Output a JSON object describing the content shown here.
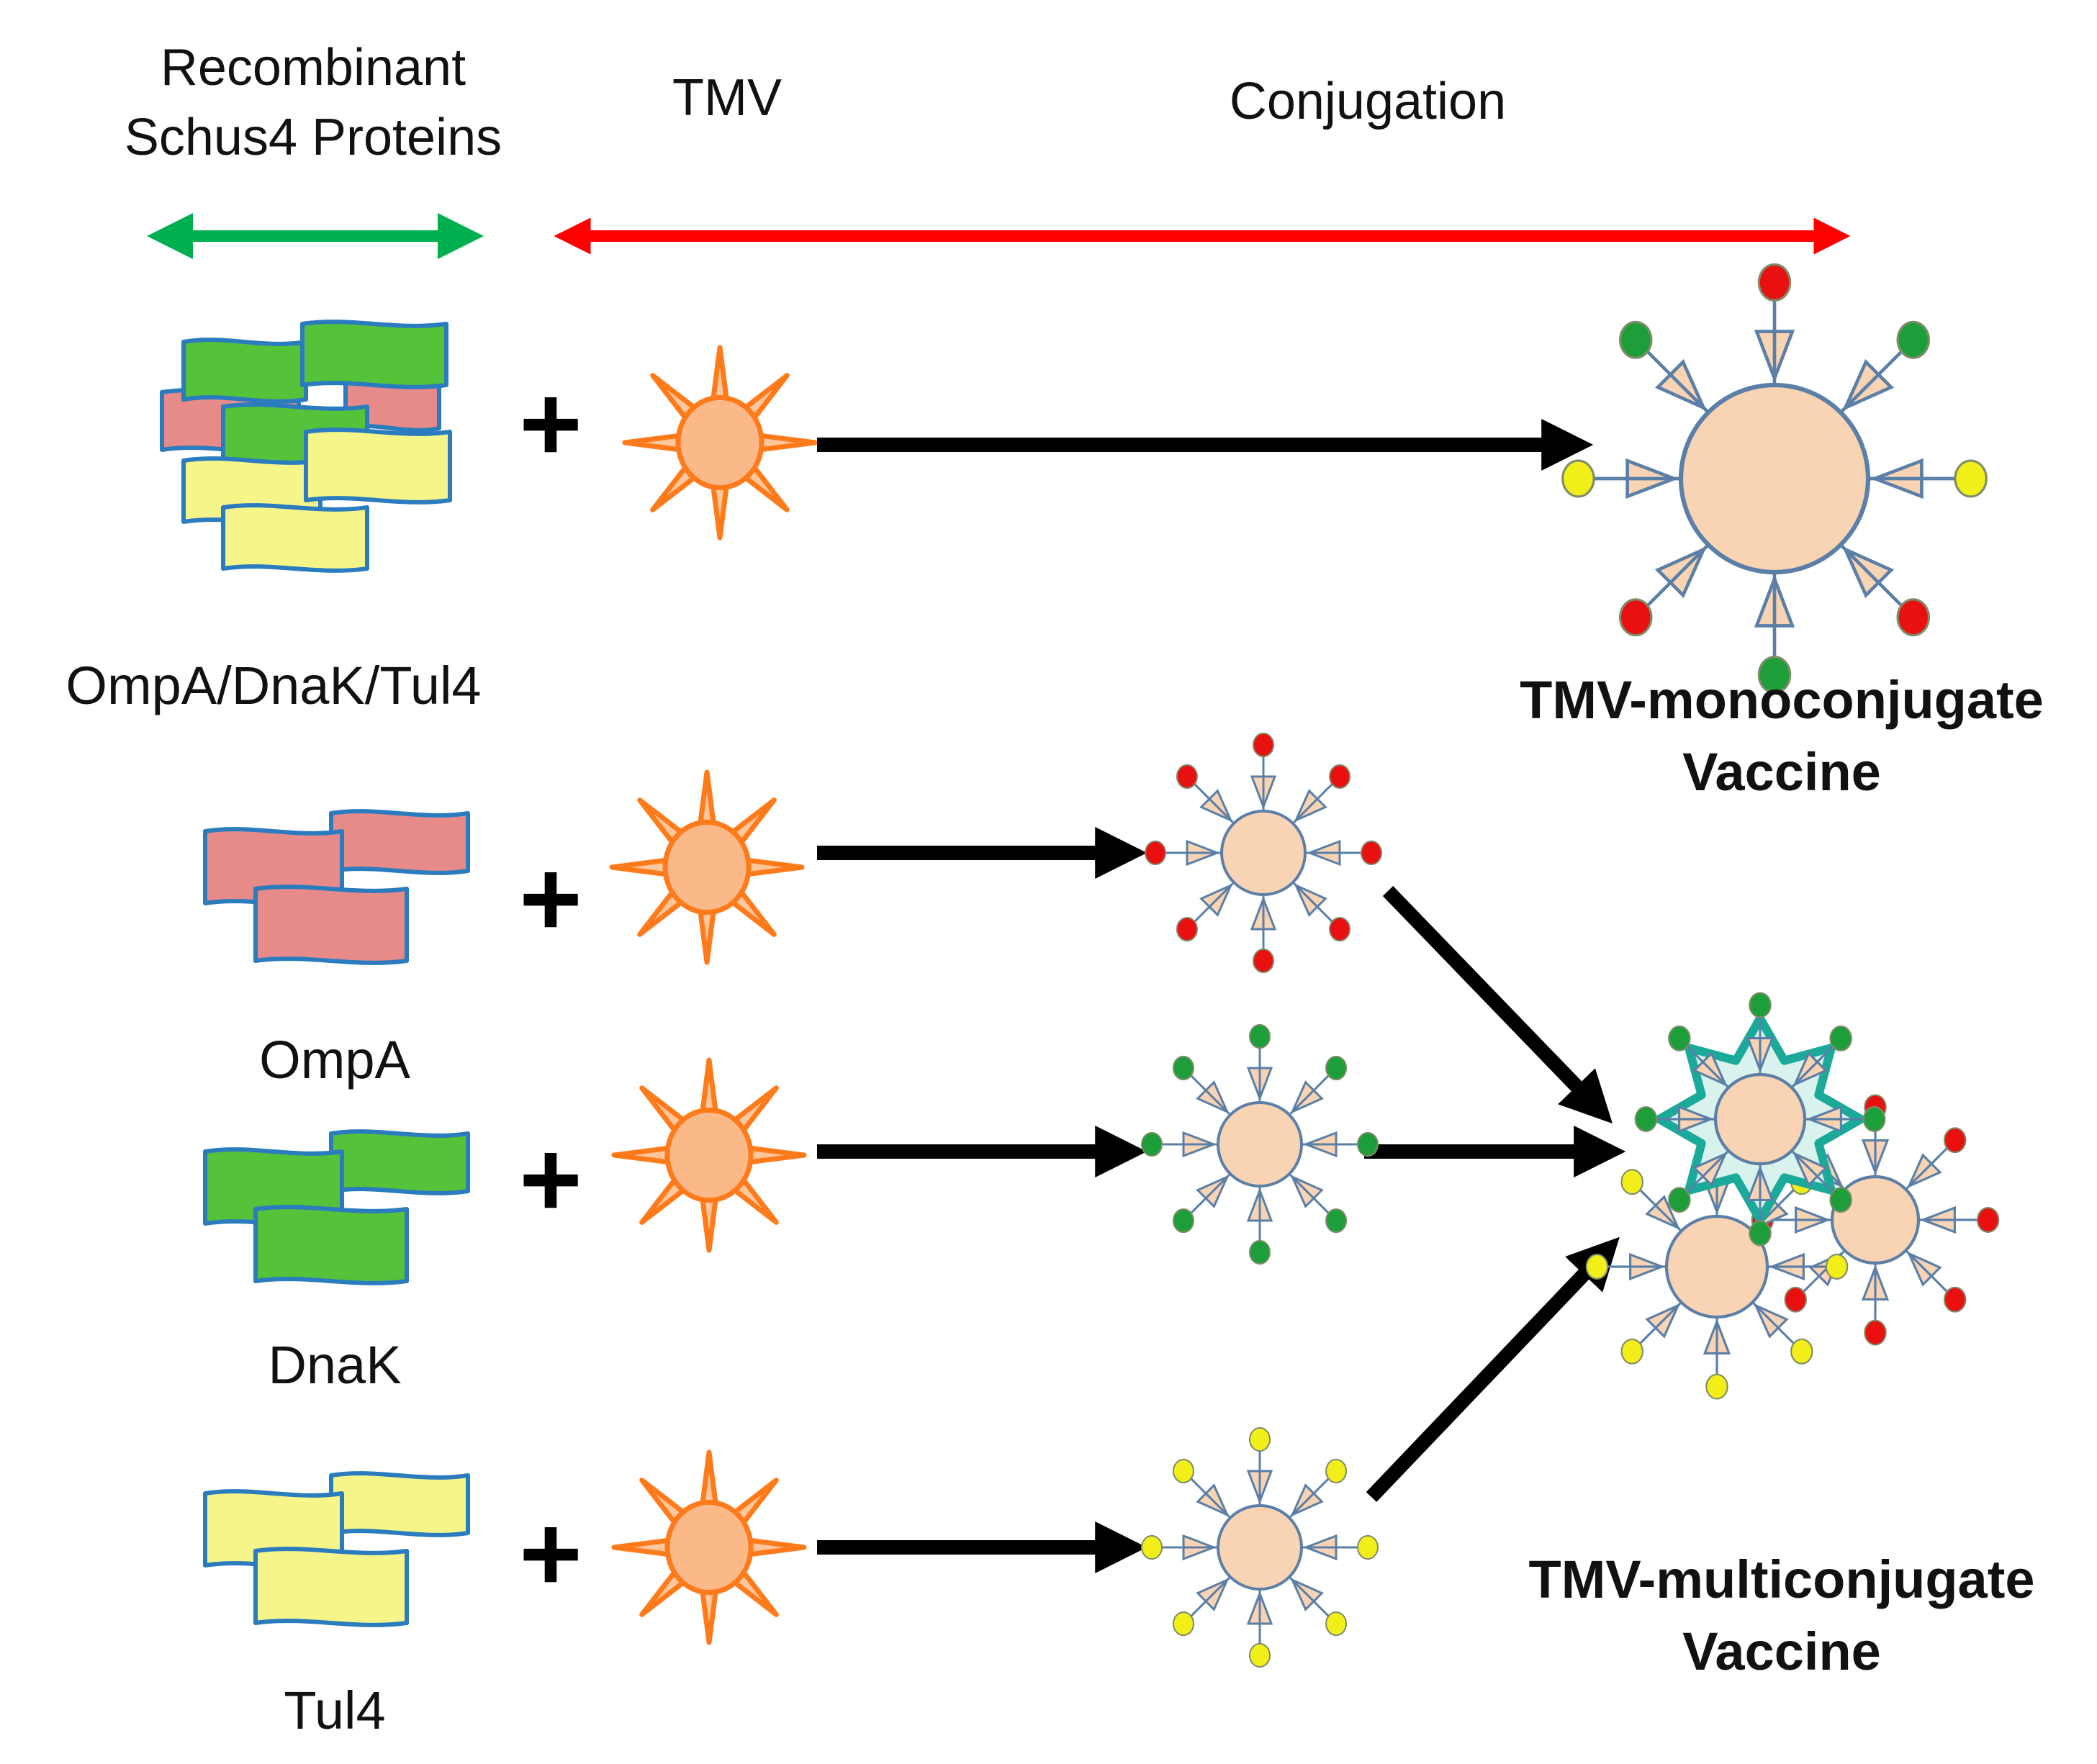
{
  "header": {
    "proteins_line1": "Recombinant",
    "proteins_line2": "Schus4 Proteins",
    "tmv": "TMV",
    "conjugation": "Conjugation"
  },
  "rows": [
    {
      "label": "OmpA/DnaK/Tul4",
      "protein": "mixed"
    },
    {
      "label": "OmpA",
      "protein": "ompa"
    },
    {
      "label": "DnaK",
      "protein": "dnak"
    },
    {
      "label": "Tul4",
      "protein": "tul4"
    }
  ],
  "operator": "+",
  "products": {
    "mono_line1": "TMV-monoconjugate",
    "mono_line2": "Vaccine",
    "multi_line1": "TMV-multiconjugate",
    "multi_line2": "Vaccine"
  },
  "colors": {
    "ompa": "#E68A8A",
    "dnak": "#55C23A",
    "tul4": "#F5F58A",
    "tile_border": "#2B7BBF",
    "tmv": "#FF7A1A",
    "tmv_core": "#FBB98A",
    "conjugate_core": "#F8D3B4",
    "conjugate_outline": "#5B7FA6",
    "arrow_green": "#00B050",
    "arrow_red": "#FF0000",
    "arrow_black": "#000000",
    "red_dot": "#E81010",
    "green_dot": "#1E9E3A",
    "yellow_dot": "#F2EE1A",
    "teal_star": "#1BAA9A"
  }
}
